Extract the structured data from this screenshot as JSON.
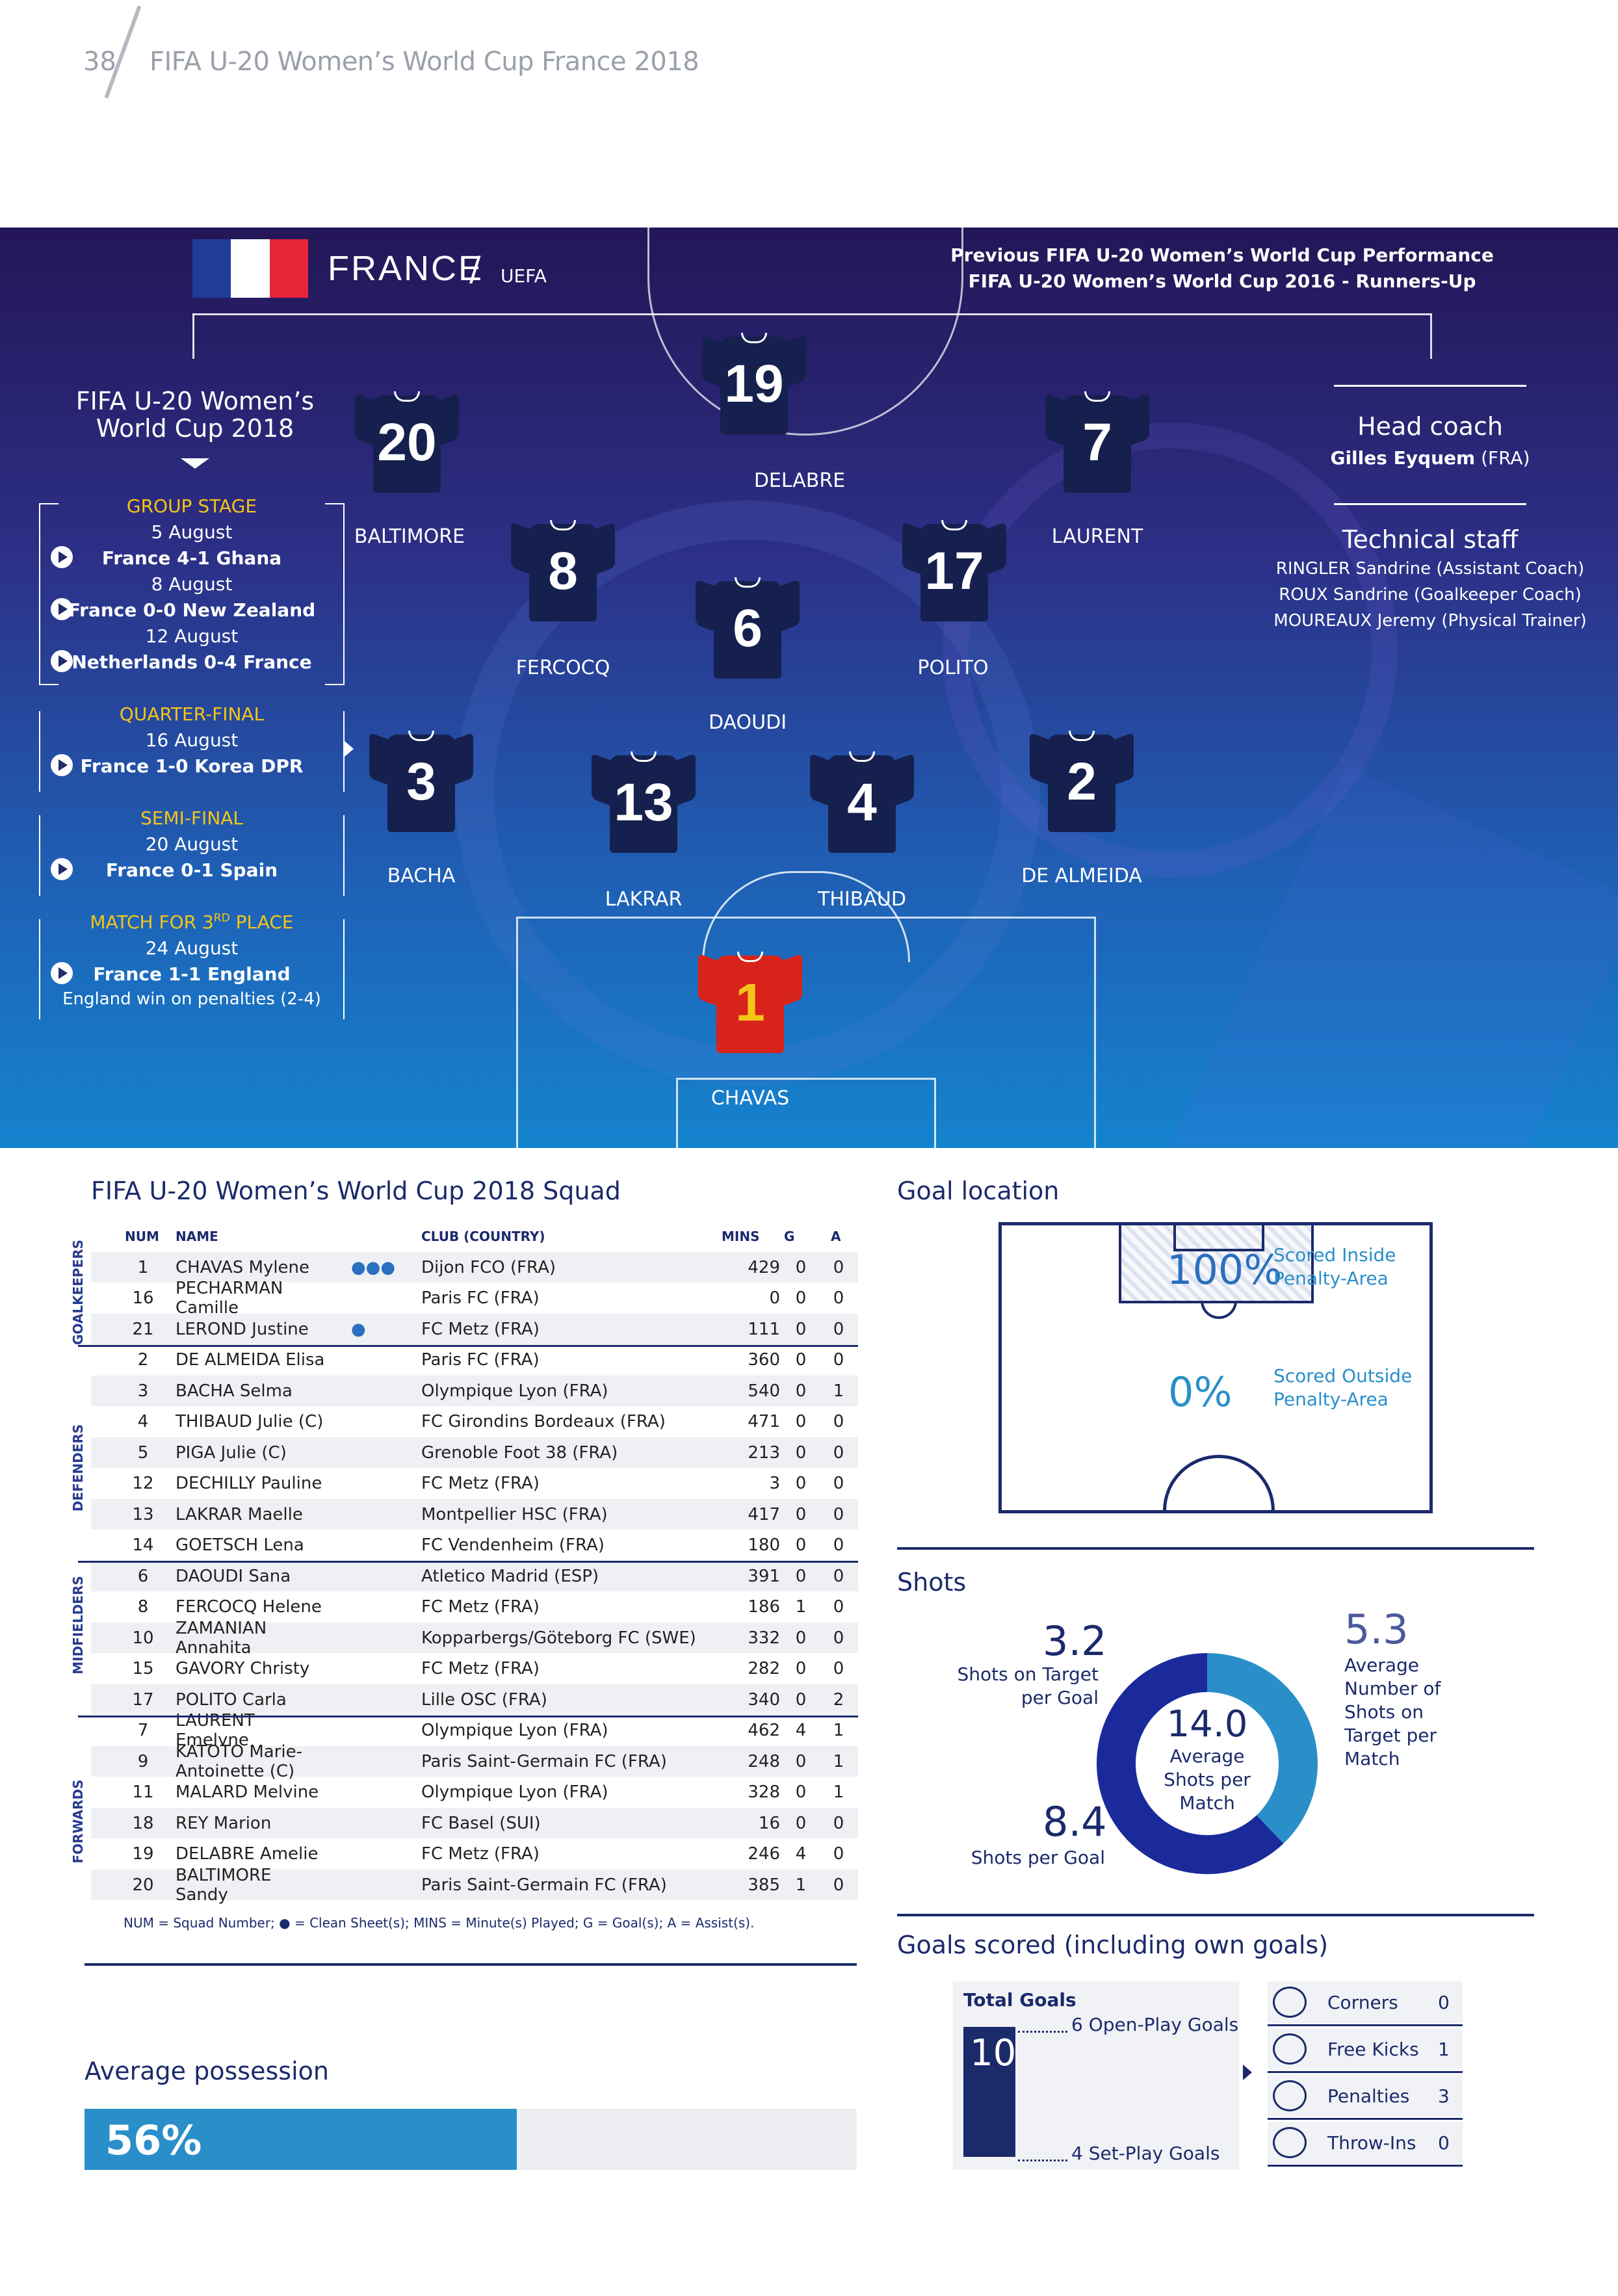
{
  "header": {
    "page_number": "38",
    "title": "FIFA U-20 Women’s World Cup France 2018"
  },
  "team": {
    "name": "FRANCE",
    "separator": "/",
    "confederation": "UEFA",
    "flag_colors": [
      "#1f3d99",
      "#ffffff",
      "#e8263a"
    ],
    "previous_title": "Previous FIFA U-20 Women’s World Cup Performance",
    "previous_result": "FIFA U-20 Women’s World Cup 2016 - Runners-Up"
  },
  "tournament": {
    "title_line1": "FIFA U-20 Women’s",
    "title_line2": "World Cup 2018",
    "stages": [
      {
        "label": "GROUP STAGE",
        "matches": [
          {
            "date": "5 August",
            "result": "France 4-1 Ghana"
          },
          {
            "date": "8 August",
            "result": "France 0-0 New Zealand"
          },
          {
            "date": "12 August",
            "result": "Netherlands 0-4 France"
          }
        ]
      },
      {
        "label": "QUARTER-FINAL",
        "matches": [
          {
            "date": "16 August",
            "result": "France 1-0 Korea DPR"
          }
        ]
      },
      {
        "label": "SEMI-FINAL",
        "matches": [
          {
            "date": "20 August",
            "result": "France 0-1 Spain"
          }
        ]
      },
      {
        "label_pre": "MATCH FOR 3",
        "label_sup": "RD",
        "label_post": " PLACE",
        "matches": [
          {
            "date": "24 August",
            "result": "France 1-1 England"
          }
        ],
        "note": "England win on penalties (2-4)"
      }
    ]
  },
  "lineup": [
    {
      "number": "19",
      "name": "DELABRE"
    },
    {
      "number": "20",
      "name": "BALTIMORE"
    },
    {
      "number": "7",
      "name": "LAURENT"
    },
    {
      "number": "8",
      "name": "FERCOCQ"
    },
    {
      "number": "6",
      "name": "DAOUDI"
    },
    {
      "number": "17",
      "name": "POLITO"
    },
    {
      "number": "3",
      "name": "BACHA"
    },
    {
      "number": "13",
      "name": "LAKRAR"
    },
    {
      "number": "4",
      "name": "THIBAUD"
    },
    {
      "number": "2",
      "name": "DE ALMEIDA"
    },
    {
      "number": "1",
      "name": "CHAVAS"
    }
  ],
  "staff": {
    "head_coach_title": "Head coach",
    "head_coach_name": "Gilles Eyquem",
    "head_coach_country": "(FRA)",
    "technical_title": "Technical staff",
    "technical": [
      "RINGLER Sandrine (Assistant Coach)",
      "ROUX Sandrine (Goalkeeper Coach)",
      "MOUREAUX Jeremy (Physical Trainer)"
    ]
  },
  "squad": {
    "title": "FIFA U-20 Women’s World Cup 2018 Squad",
    "headers": {
      "num": "NUM",
      "name": "NAME",
      "club": "CLUB (COUNTRY)",
      "mins": "MINS",
      "g": "G",
      "a": "A"
    },
    "positions": [
      "GOALKEEPERS",
      "DEFENDERS",
      "MIDFIELDERS",
      "FORWARDS"
    ],
    "rows": [
      {
        "num": "1",
        "name": "CHAVAS Mylene",
        "cs": "●●●",
        "club": "Dijon FCO (FRA)",
        "mins": "429",
        "g": "0",
        "a": "0"
      },
      {
        "num": "16",
        "name": "PECHARMAN Camille",
        "cs": "",
        "club": "Paris FC (FRA)",
        "mins": "0",
        "g": "0",
        "a": "0"
      },
      {
        "num": "21",
        "name": "LEROND Justine",
        "cs": "●",
        "club": "FC Metz (FRA)",
        "mins": "111",
        "g": "0",
        "a": "0"
      },
      {
        "num": "2",
        "name": "DE ALMEIDA Elisa",
        "cs": "",
        "club": "Paris FC (FRA)",
        "mins": "360",
        "g": "0",
        "a": "0"
      },
      {
        "num": "3",
        "name": "BACHA Selma",
        "cs": "",
        "club": "Olympique Lyon (FRA)",
        "mins": "540",
        "g": "0",
        "a": "1"
      },
      {
        "num": "4",
        "name": "THIBAUD Julie (C)",
        "cs": "",
        "club": "FC Girondins Bordeaux (FRA)",
        "mins": "471",
        "g": "0",
        "a": "0"
      },
      {
        "num": "5",
        "name": "PIGA Julie (C)",
        "cs": "",
        "club": "Grenoble Foot 38 (FRA)",
        "mins": "213",
        "g": "0",
        "a": "0"
      },
      {
        "num": "12",
        "name": "DECHILLY Pauline",
        "cs": "",
        "club": "FC Metz (FRA)",
        "mins": "3",
        "g": "0",
        "a": "0"
      },
      {
        "num": "13",
        "name": "LAKRAR Maelle",
        "cs": "",
        "club": "Montpellier HSC (FRA)",
        "mins": "417",
        "g": "0",
        "a": "0"
      },
      {
        "num": "14",
        "name": "GOETSCH Lena",
        "cs": "",
        "club": "FC Vendenheim (FRA)",
        "mins": "180",
        "g": "0",
        "a": "0"
      },
      {
        "num": "6",
        "name": "DAOUDI Sana",
        "cs": "",
        "club": "Atletico Madrid (ESP)",
        "mins": "391",
        "g": "0",
        "a": "0"
      },
      {
        "num": "8",
        "name": "FERCOCQ Helene",
        "cs": "",
        "club": "FC Metz (FRA)",
        "mins": "186",
        "g": "1",
        "a": "0"
      },
      {
        "num": "10",
        "name": "ZAMANIAN Annahita",
        "cs": "",
        "club": "Kopparbergs/Göteborg FC (SWE)",
        "mins": "332",
        "g": "0",
        "a": "0"
      },
      {
        "num": "15",
        "name": "GAVORY Christy",
        "cs": "",
        "club": "FC Metz (FRA)",
        "mins": "282",
        "g": "0",
        "a": "0"
      },
      {
        "num": "17",
        "name": "POLITO Carla",
        "cs": "",
        "club": "Lille OSC (FRA)",
        "mins": "340",
        "g": "0",
        "a": "2"
      },
      {
        "num": "7",
        "name": "LAURENT Emelyne",
        "cs": "",
        "club": "Olympique Lyon (FRA)",
        "mins": "462",
        "g": "4",
        "a": "1"
      },
      {
        "num": "9",
        "name": "KATOTO Marie-Antoinette (C)",
        "cs": "",
        "club": "Paris Saint-Germain FC (FRA)",
        "mins": "248",
        "g": "0",
        "a": "1"
      },
      {
        "num": "11",
        "name": "MALARD Melvine",
        "cs": "",
        "club": "Olympique Lyon (FRA)",
        "mins": "328",
        "g": "0",
        "a": "1"
      },
      {
        "num": "18",
        "name": "REY Marion",
        "cs": "",
        "club": "FC Basel (SUI)",
        "mins": "16",
        "g": "0",
        "a": "0"
      },
      {
        "num": "19",
        "name": "DELABRE Amelie",
        "cs": "",
        "club": "FC Metz (FRA)",
        "mins": "246",
        "g": "4",
        "a": "0"
      },
      {
        "num": "20",
        "name": "BALTIMORE Sandy",
        "cs": "",
        "club": "Paris Saint-Germain FC (FRA)",
        "mins": "385",
        "g": "1",
        "a": "0"
      }
    ],
    "legend": "NUM = Squad Number; ● = Clean Sheet(s); MINS = Minute(s) Played; G = Goal(s); A = Assist(s)."
  },
  "possession": {
    "title": "Average possession",
    "value_label": "56%",
    "value": 0.56
  },
  "goal_location": {
    "title": "Goal location",
    "inside_pct": "100%",
    "inside_label_1": "Scored Inside",
    "inside_label_2": "Penalty-Area",
    "outside_pct": "0%",
    "outside_label_1": "Scored Outside",
    "outside_label_2": "Penalty-Area"
  },
  "shots": {
    "title": "Shots",
    "on_target_per_goal": "3.2",
    "on_target_label_1": "Shots on Target",
    "on_target_label_2": "per Goal",
    "per_goal": "8.4",
    "per_goal_label": "Shots per Goal",
    "avg_shots": "14.0",
    "avg_label_1": "Average",
    "avg_label_2": "Shots per",
    "avg_label_3": "Match",
    "avg_on_target": "5.3",
    "avg_on_target_label": [
      "Average",
      "Number of",
      "Shots on",
      "Target per",
      "Match"
    ],
    "ring_values": [
      5.3,
      8.7
    ],
    "ring_colors": [
      "#2a8fc9",
      "#1b2a9a"
    ]
  },
  "goals_scored": {
    "title": "Goals scored (including own goals)",
    "total_label": "Total Goals",
    "total": "10",
    "open_play": "6 Open-Play Goals",
    "set_play": "4 Set-Play Goals",
    "set_pieces": [
      {
        "label": "Corners",
        "value": "0",
        "icon": "corner-flag-icon"
      },
      {
        "label": "Free Kicks",
        "value": "1",
        "icon": "free-kick-icon"
      },
      {
        "label": "Penalties",
        "value": "3",
        "icon": "penalty-icon"
      },
      {
        "label": "Throw-Ins",
        "value": "0",
        "icon": "throw-in-icon"
      }
    ]
  }
}
